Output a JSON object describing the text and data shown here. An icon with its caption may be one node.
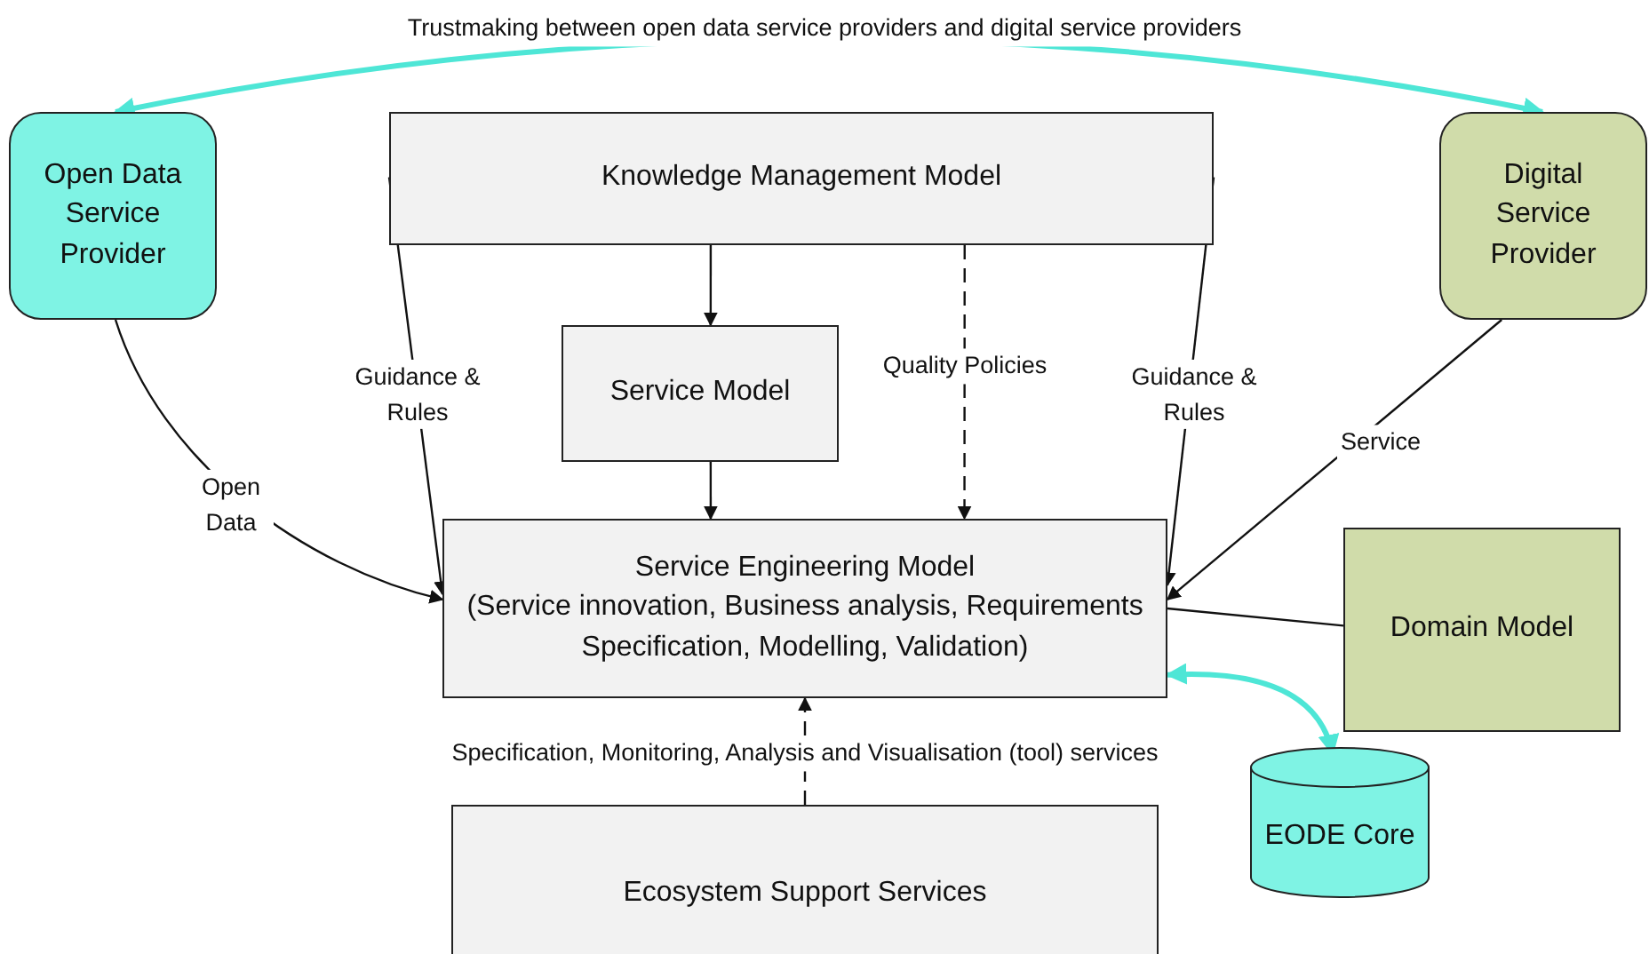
{
  "diagram": {
    "nodes": [
      {
        "text": [
          "Open Data Service Provider"
        ]
      },
      {
        "text": [
          "Knowledge Management Model"
        ]
      },
      {
        "text": [
          "Digital Service Provider"
        ]
      },
      {
        "text": [
          "Service Model"
        ]
      },
      {
        "text": [
          "Service Engineering Model",
          "(Service innovation, Business analysis, Requirements Specification, Modelling, Validation)"
        ]
      },
      {
        "text": [
          "Domain Model"
        ]
      },
      {
        "text": [
          "EODE Core"
        ]
      },
      {
        "text": [
          "Ecosystem Support Services"
        ]
      }
    ],
    "edges": [
      {
        "from": 0,
        "to": 2,
        "arrow": "both",
        "label": "Trustmaking between open data service providers and digital service providers",
        "style": "thick",
        "color": "#4ee6d6"
      },
      {
        "from": 1,
        "to": 3,
        "arrow": "to"
      },
      {
        "from": 1,
        "to": 4,
        "arrow": "to",
        "label": "Quality Policies",
        "style": "dashed"
      },
      {
        "from": 1,
        "to": 4,
        "arrow": "to",
        "label": "Guidance & Rules"
      },
      {
        "from": 1,
        "to": 4,
        "arrow": "to",
        "label": "Guidance & Rules"
      },
      {
        "from": 3,
        "to": 4,
        "arrow": "to"
      },
      {
        "from": 0,
        "to": 4,
        "arrow": "to",
        "label": "Open Data"
      },
      {
        "from": 2,
        "to": 4,
        "arrow": "to",
        "label": "Service"
      },
      {
        "from": 5,
        "to": 4,
        "arrow": "none"
      },
      {
        "from": 6,
        "to": 4,
        "arrow": "both",
        "style": "thick",
        "color": "#4ee6d6"
      },
      {
        "from": 7,
        "to": 4,
        "arrow": "to",
        "label": "Specification, Monitoring, Analysis and Visualisation (tool) services",
        "style": "dashed"
      }
    ]
  }
}
